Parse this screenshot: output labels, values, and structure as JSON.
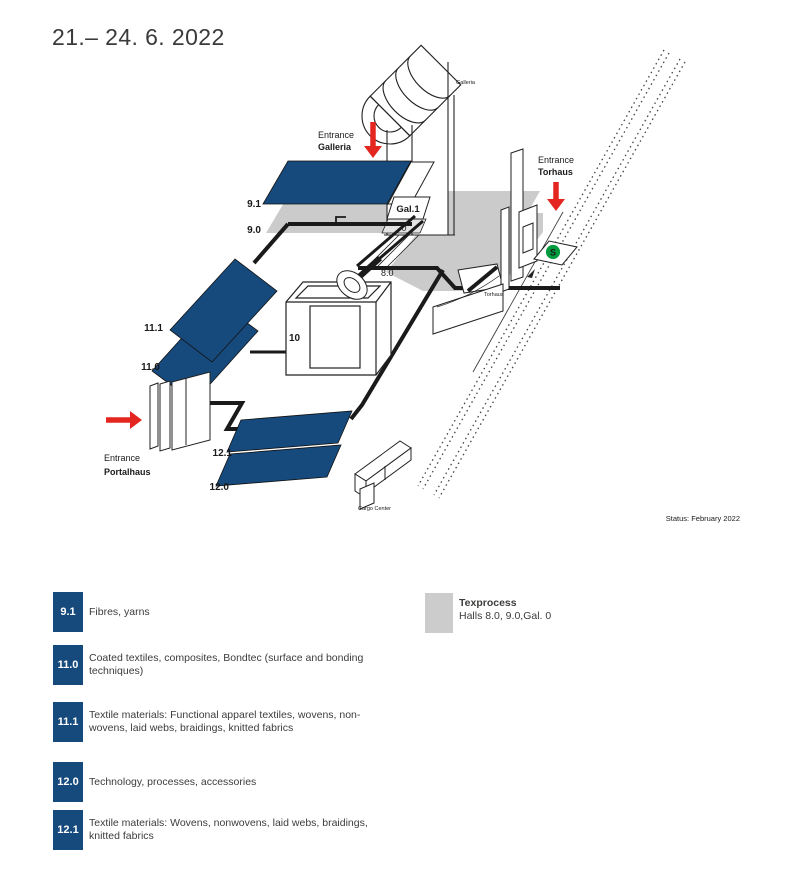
{
  "page": {
    "date": "21.– 24. 6. 2022",
    "status": "Status: February 2022"
  },
  "map": {
    "labels": {
      "h91": "9.1",
      "h90": "9.0",
      "gal1": "Gal.1",
      "gal0": "0",
      "h80": "8.0",
      "h10": "10",
      "h111": "11.1",
      "h110": "11.0",
      "h121": "12.1",
      "h120": "12.0",
      "galleria": "Galleria",
      "torhaus": "Torhaus",
      "cargo": "Cargo Center",
      "sbahn": "S"
    },
    "entrances": {
      "galleria": {
        "line1": "Entrance",
        "line2": "Galleria"
      },
      "torhaus": {
        "line1": "Entrance",
        "line2": "Torhaus"
      },
      "portalhaus": {
        "line1": "Entrance",
        "line2": "Portalhaus"
      }
    },
    "colors": {
      "hall_blue": "#174a7c",
      "floor_gray": "#cbcbcb",
      "arrow_red": "#e3261f",
      "sbahn_green": "#009b3e"
    }
  },
  "legend": {
    "items": [
      {
        "code": "9.1",
        "text": "Fibres, yarns"
      },
      {
        "code": "11.0",
        "text": "Coated textiles, composites, Bondtec (surface and bonding techniques)"
      },
      {
        "code": "11.1",
        "text": "Textile materials: Functional apparel textiles, wovens, non-wovens, laid webs, braidings, knitted fabrics"
      },
      {
        "code": "12.0",
        "text": "Technology, processes, accessories"
      },
      {
        "code": "12.1",
        "text": "Textile materials: Wovens, nonwovens, laid webs, braidings, knitted fabrics"
      }
    ],
    "texprocess": {
      "title": "Texprocess",
      "halls": "Halls 8.0, 9.0,Gal. 0"
    }
  }
}
